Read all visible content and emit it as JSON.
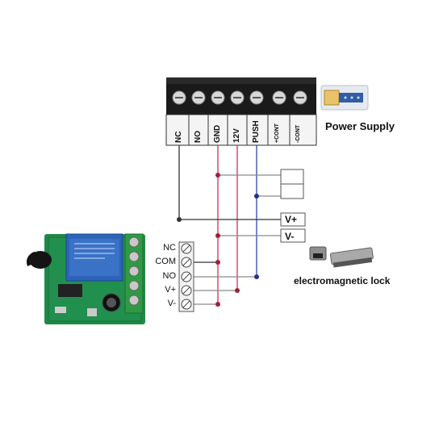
{
  "terminal_block": {
    "labels": [
      "NC",
      "NO",
      "GND",
      "12V",
      "PUSH",
      "+CONT",
      "-CONT"
    ]
  },
  "power_supply": {
    "label": "Power Supply"
  },
  "receiver": {
    "terminals": [
      "NC",
      "COM",
      "NO",
      "V+",
      "V-"
    ]
  },
  "supply_box": {
    "v_plus": "V+",
    "v_minus": "V-"
  },
  "lock": {
    "label": "electromagnetic lock"
  },
  "colors": {
    "red_wire": "#cc3355",
    "blue_wire": "#3344aa",
    "gray_wire": "#8a8a8a",
    "dark_wire": "#333333"
  }
}
